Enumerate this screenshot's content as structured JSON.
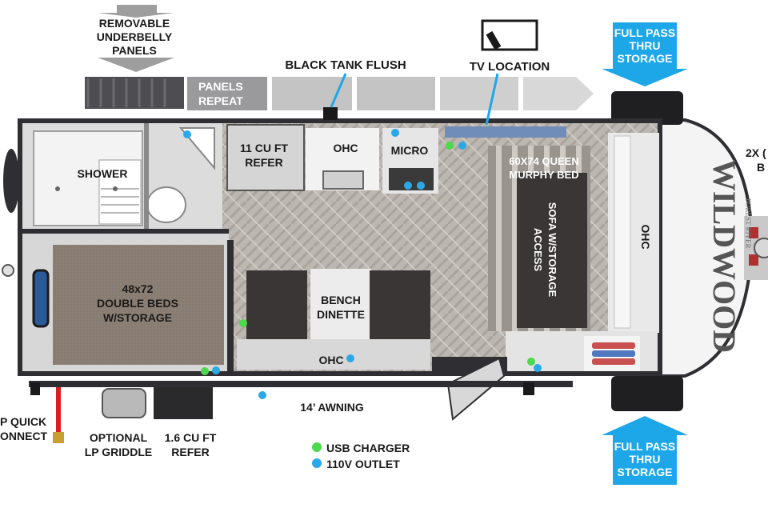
{
  "colors": {
    "usb": "#4cd94c",
    "outlet": "#2aa8e8",
    "arrow_blue": "#1ea7e8",
    "floor": "#b9b4ae",
    "carpet": "#8a7d72",
    "wall": "#2f2f33",
    "panel": "#b5b5b5"
  },
  "labels": {
    "underbelly": [
      "REMOVABLE",
      "UNDERBELLY",
      "PANELS"
    ],
    "panels_repeat": [
      "PANELS",
      "REPEAT"
    ],
    "black_tank": "BLACK TANK FLUSH",
    "tv": "TV LOCATION",
    "pass_thru_top": [
      "FULL PASS",
      "THRU",
      "STORAGE"
    ],
    "pass_thru_bottom": [
      "FULL PASS",
      "THRU",
      "STORAGE"
    ],
    "shower": "SHOWER",
    "refer": [
      "11 CU FT",
      "REFER"
    ],
    "ohc_kitchen": "OHC",
    "micro": "MICRO",
    "murphy": [
      "60X74 QUEEN",
      "MURPHY BED"
    ],
    "sofa": [
      "SOFA W/STORAGE",
      "ACCESS"
    ],
    "ohc_front": "OHC",
    "beds": [
      "48x72",
      "DOUBLE BEDS",
      "W/STORAGE"
    ],
    "dinette": [
      "BENCH",
      "DINETTE"
    ],
    "ohc_dinette": "OHC",
    "awning": "14’ AWNING",
    "lp_quick": [
      "P QUICK",
      "ONNECT"
    ],
    "lp_griddle": [
      "OPTIONAL",
      "LP GRIDDLE"
    ],
    "small_refer": [
      "1.6 CU FT",
      "REFER"
    ],
    "front_batt": [
      "2X (",
      "B"
    ],
    "brand": "WILDWOOD",
    "brand_sub": "FOREST RIVER"
  },
  "legend": [
    {
      "label": "USB CHARGER",
      "color": "#4cd94c"
    },
    {
      "label": "110V OUTLET",
      "color": "#2aa8e8"
    }
  ]
}
